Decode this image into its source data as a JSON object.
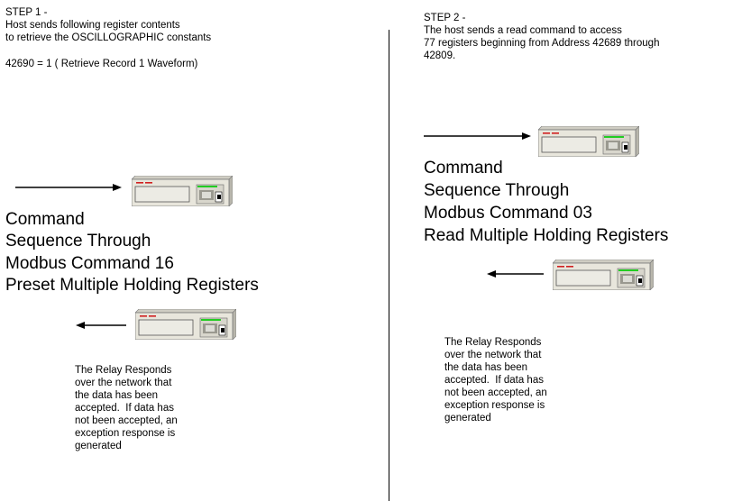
{
  "step1": {
    "title": "STEP 1 -",
    "desc_line1": "Host sends following register contents",
    "desc_line2": "to retrieve the OSCILLOGRAPHIC constants",
    "register": "42690 = 1 ( Retrieve Record 1 Waveform)",
    "command_lines": [
      "Command",
      "Sequence Through",
      "Modbus Command 16",
      "Preset Multiple Holding Registers"
    ],
    "response_lines": [
      "The Relay Responds",
      "over the network that",
      "the data has been",
      "accepted.  If data has",
      "not been accepted, an",
      "exception response is",
      "generated"
    ]
  },
  "step2": {
    "title": "STEP 2 -",
    "desc_line1": "The host sends a read command to access",
    "desc_line2": "77 registers beginning from Address 42689 through",
    "desc_line3": "42809.",
    "command_lines": [
      "Command",
      "Sequence Through",
      "Modbus Command 03",
      "Read Multiple Holding Registers"
    ],
    "response_lines": [
      "The Relay Responds",
      "over the network that",
      "the data has been",
      "accepted.  If data has",
      "not been accepted, an",
      "exception response is",
      "generated"
    ]
  },
  "icons": {
    "relay": "relay-device-icon",
    "arrow_right": "arrow-right-icon",
    "arrow_left": "arrow-left-icon"
  },
  "colors": {
    "device_body": "#e8e6dc",
    "device_red": "#d02020",
    "device_green": "#22cc22"
  }
}
